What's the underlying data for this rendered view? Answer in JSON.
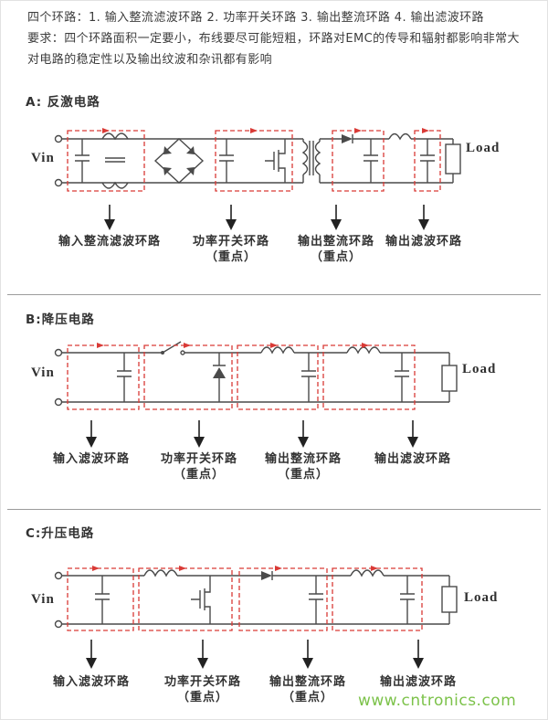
{
  "colors": {
    "loop": "#d93a36",
    "wire": "#4a4a4a",
    "arrow": "#222222",
    "watermark": "#7cc24a"
  },
  "header": {
    "line1": "四个环路：1. 输入整流滤波环路 2. 功率开关环路 3. 输出整流环路 4. 输出滤波环路",
    "line2": "要求：四个环路面积一定要小，布线要尽可能短粗，环路对EMC的传导和辐射都影响非常大",
    "line3": "对电路的稳定性以及输出纹波和杂讯都有影响"
  },
  "sections": [
    {
      "title": "A: 反激电路",
      "vin": "Vin",
      "load": "Load",
      "loops": [
        {
          "label": "输入整流滤波环路",
          "emphasis": ""
        },
        {
          "label": "功率开关环路",
          "emphasis": "（重点）"
        },
        {
          "label": "输出整流环路",
          "emphasis": "（重点）"
        },
        {
          "label": "输出滤波环路",
          "emphasis": ""
        }
      ]
    },
    {
      "title": "B:降压电路",
      "vin": "Vin",
      "load": "Load",
      "loops": [
        {
          "label": "输入滤波环路",
          "emphasis": ""
        },
        {
          "label": "功率开关环路",
          "emphasis": "（重点）"
        },
        {
          "label": "输出整流环路",
          "emphasis": "（重点）"
        },
        {
          "label": "输出滤波环路",
          "emphasis": ""
        }
      ]
    },
    {
      "title": "C:升压电路",
      "vin": "Vin",
      "load": "Load",
      "loops": [
        {
          "label": "输入滤波环路",
          "emphasis": ""
        },
        {
          "label": "功率开关环路",
          "emphasis": "（重点）"
        },
        {
          "label": "输出整流环路",
          "emphasis": "（重点）"
        },
        {
          "label": "输出滤波环路",
          "emphasis": ""
        }
      ]
    }
  ],
  "watermark": "www.cntronics.com"
}
